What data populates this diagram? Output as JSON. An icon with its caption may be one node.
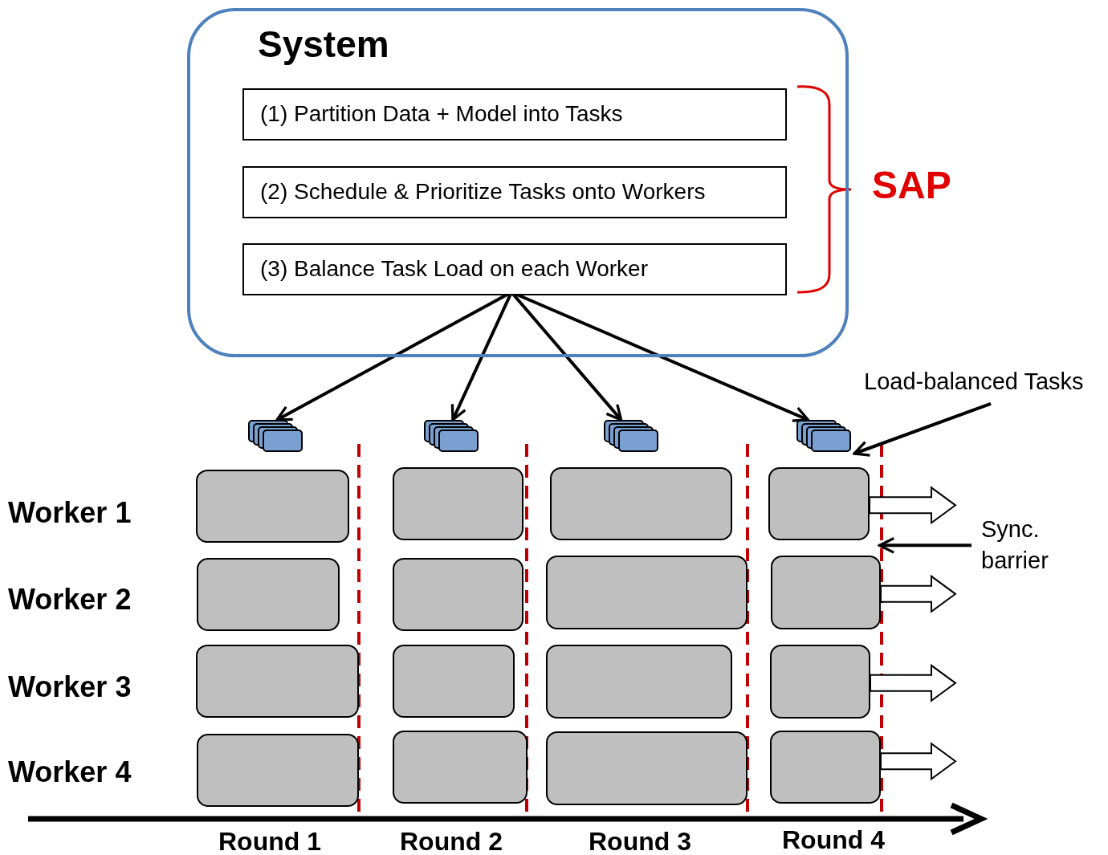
{
  "diagram": {
    "nodes": [
      {
        "text": [
          "System"
        ]
      },
      {
        "text": [
          "(1) Partition Data + Model into Tasks"
        ],
        "in": 0
      },
      {
        "text": [
          "(2) Schedule & Prioritize Tasks onto Workers"
        ],
        "in": 0
      },
      {
        "text": [
          "(3) Balance Task Load on each Worker"
        ],
        "in": 0
      },
      {
        "text": [],
        "shape": "box"
      },
      {
        "text": [],
        "shape": "box"
      },
      {
        "text": [],
        "shape": "box"
      },
      {
        "text": [],
        "shape": "box"
      },
      {
        "text": [
          "Load-balanced Tasks"
        ]
      },
      {
        "text": [
          "Sync. barrier"
        ]
      },
      {
        "text": [],
        "shape": "box"
      },
      {
        "text": [],
        "shape": "box"
      },
      {
        "text": [],
        "shape": "box"
      },
      {
        "text": [],
        "shape": "box"
      },
      {
        "text": [],
        "shape": "box"
      },
      {
        "text": [],
        "shape": "box"
      },
      {
        "text": [],
        "shape": "box"
      },
      {
        "text": [],
        "shape": "box"
      },
      {
        "text": [],
        "shape": "box"
      },
      {
        "text": [],
        "shape": "box"
      },
      {
        "text": [],
        "shape": "box"
      },
      {
        "text": [],
        "shape": "box"
      },
      {
        "text": [],
        "shape": "box"
      },
      {
        "text": [],
        "shape": "box"
      },
      {
        "text": [],
        "shape": "box"
      },
      {
        "text": [],
        "shape": "box"
      }
    ],
    "edges": [
      {
        "from": 3,
        "to": 4,
        "arrow": "to"
      },
      {
        "from": 3,
        "to": 5,
        "arrow": "to"
      },
      {
        "from": 3,
        "to": 6,
        "arrow": "to"
      },
      {
        "from": 3,
        "to": 7,
        "arrow": "to"
      },
      {
        "from": 8,
        "to": 7,
        "arrow": "to"
      },
      {
        "from": 9,
        "to": 13,
        "arrow": "to"
      },
      {
        "from": 13,
        "to": null,
        "arrow": "to",
        "style": "thick"
      },
      {
        "from": 17,
        "to": null,
        "arrow": "to",
        "style": "thick"
      },
      {
        "from": 21,
        "to": null,
        "arrow": "to",
        "style": "thick"
      },
      {
        "from": 25,
        "to": null,
        "arrow": "to",
        "style": "thick"
      }
    ],
    "labels": [
      "SAP",
      "Worker 1",
      "Worker 2",
      "Worker 3",
      "Worker 4",
      "Round 1",
      "Round 2",
      "Round 3",
      "Round 4"
    ]
  }
}
